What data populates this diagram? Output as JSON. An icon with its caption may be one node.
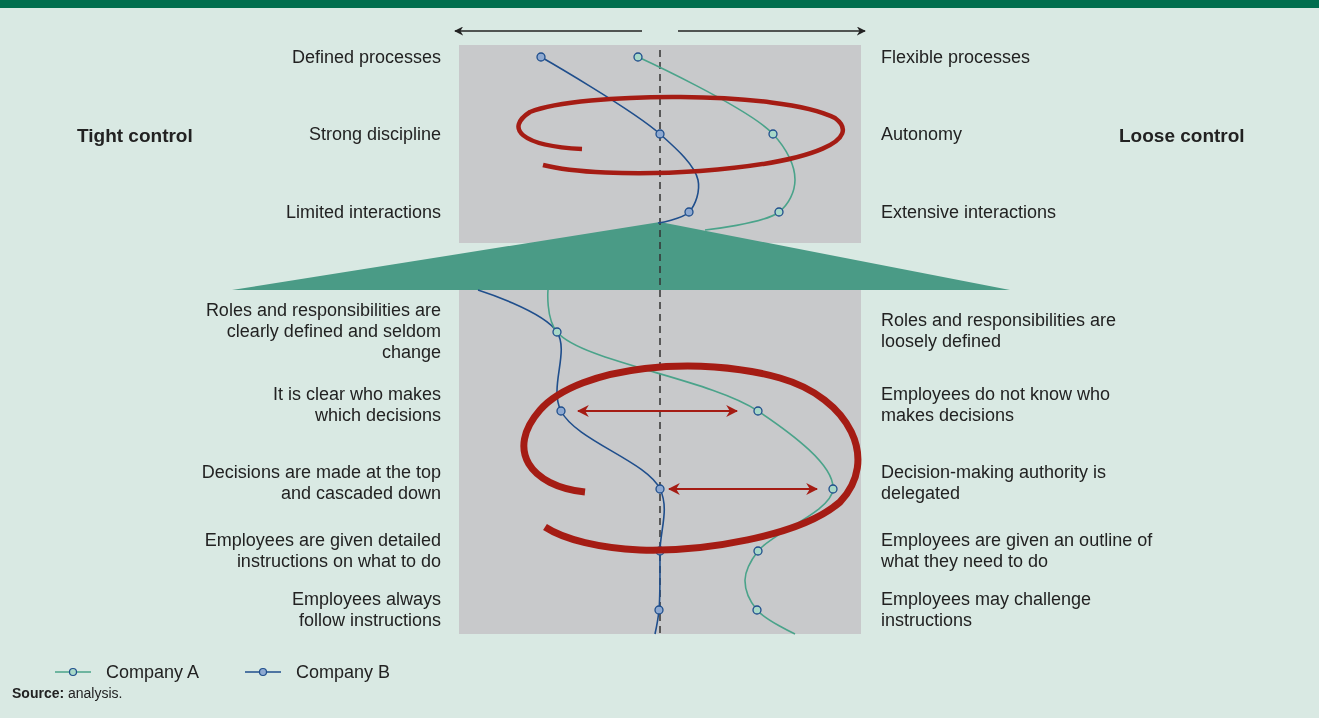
{
  "diagram": {
    "caption": "**Source:** analysis.",
    "labels": [
      "Defined processes",
      "Flexible processes",
      "Tight control",
      "Strong discipline",
      "Autonomy",
      "Loose control",
      "Limited interactions",
      "Extensive interactions",
      "Roles and responsibilities are clearly defined and seldom change",
      "Roles and responsibilities are loosely defined",
      "It is clear who makes which decisions",
      "Employees do not know who makes decisions",
      "Decisions are made at the top and cascaded down",
      "Decision-making authority is delegated",
      "Employees are given detailed instructions on what to do",
      "Employees are given an outline of what they need to do",
      "Employees always follow instructions",
      "Employees may challenge instructions"
    ],
    "legend": [
      {
        "text": "Company A"
      },
      {
        "text": "Company B"
      }
    ]
  }
}
